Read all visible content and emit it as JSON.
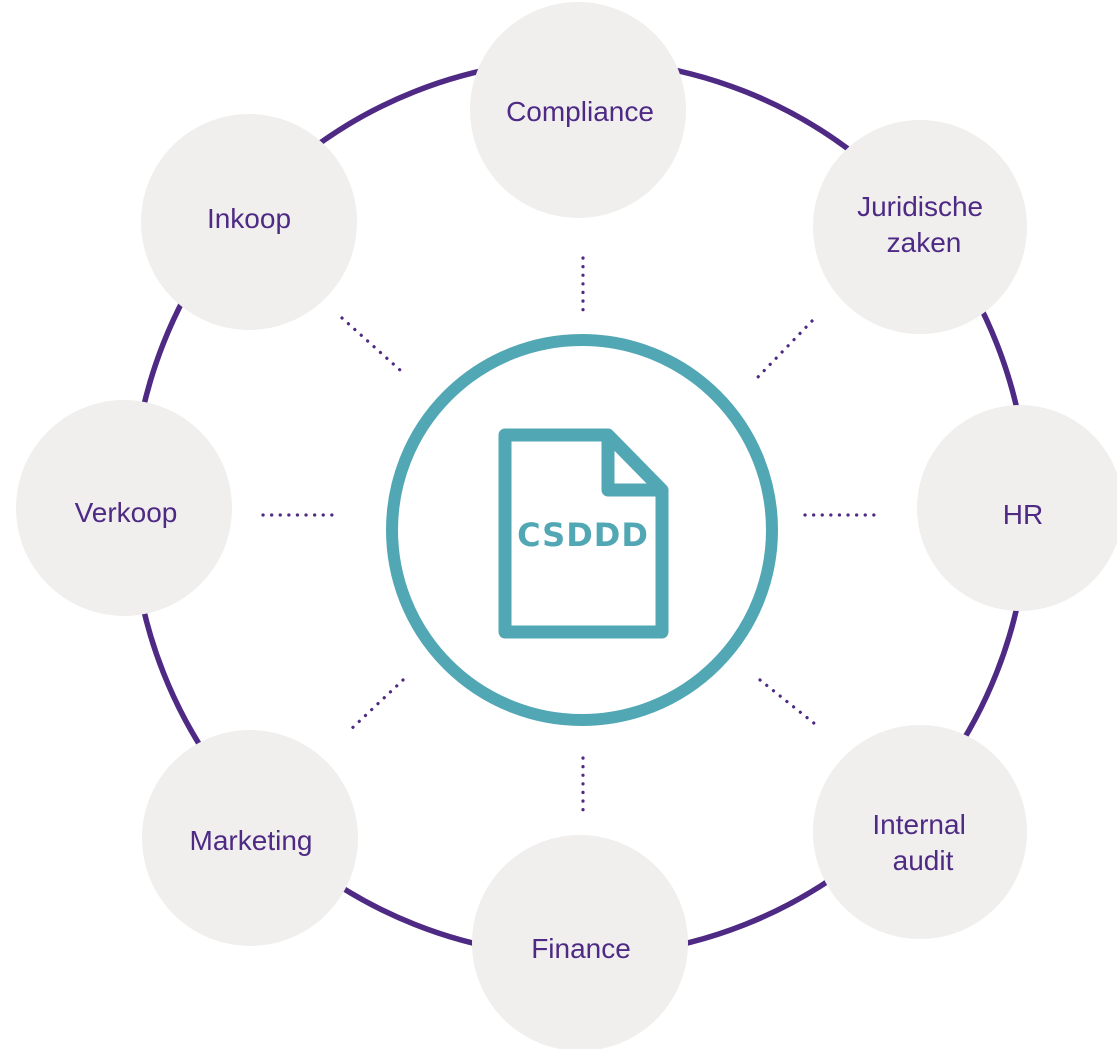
{
  "colors": {
    "ring": "#4e2a84",
    "accent": "#52a7b4",
    "node_fill": "#f0efee",
    "label": "#4e2a84"
  },
  "center": {
    "label": "CSDDD",
    "icon": "document-icon"
  },
  "nodes": [
    {
      "id": "compliance",
      "lines": [
        "Compliance"
      ]
    },
    {
      "id": "juridische-zaken",
      "lines": [
        "Juridische",
        "zaken"
      ]
    },
    {
      "id": "hr",
      "lines": [
        "HR"
      ]
    },
    {
      "id": "internal-audit",
      "lines": [
        "Internal",
        "audit"
      ]
    },
    {
      "id": "finance",
      "lines": [
        "Finance"
      ]
    },
    {
      "id": "marketing",
      "lines": [
        "Marketing"
      ]
    },
    {
      "id": "verkoop",
      "lines": [
        "Verkoop"
      ]
    },
    {
      "id": "inkoop",
      "lines": [
        "Inkoop"
      ]
    }
  ]
}
